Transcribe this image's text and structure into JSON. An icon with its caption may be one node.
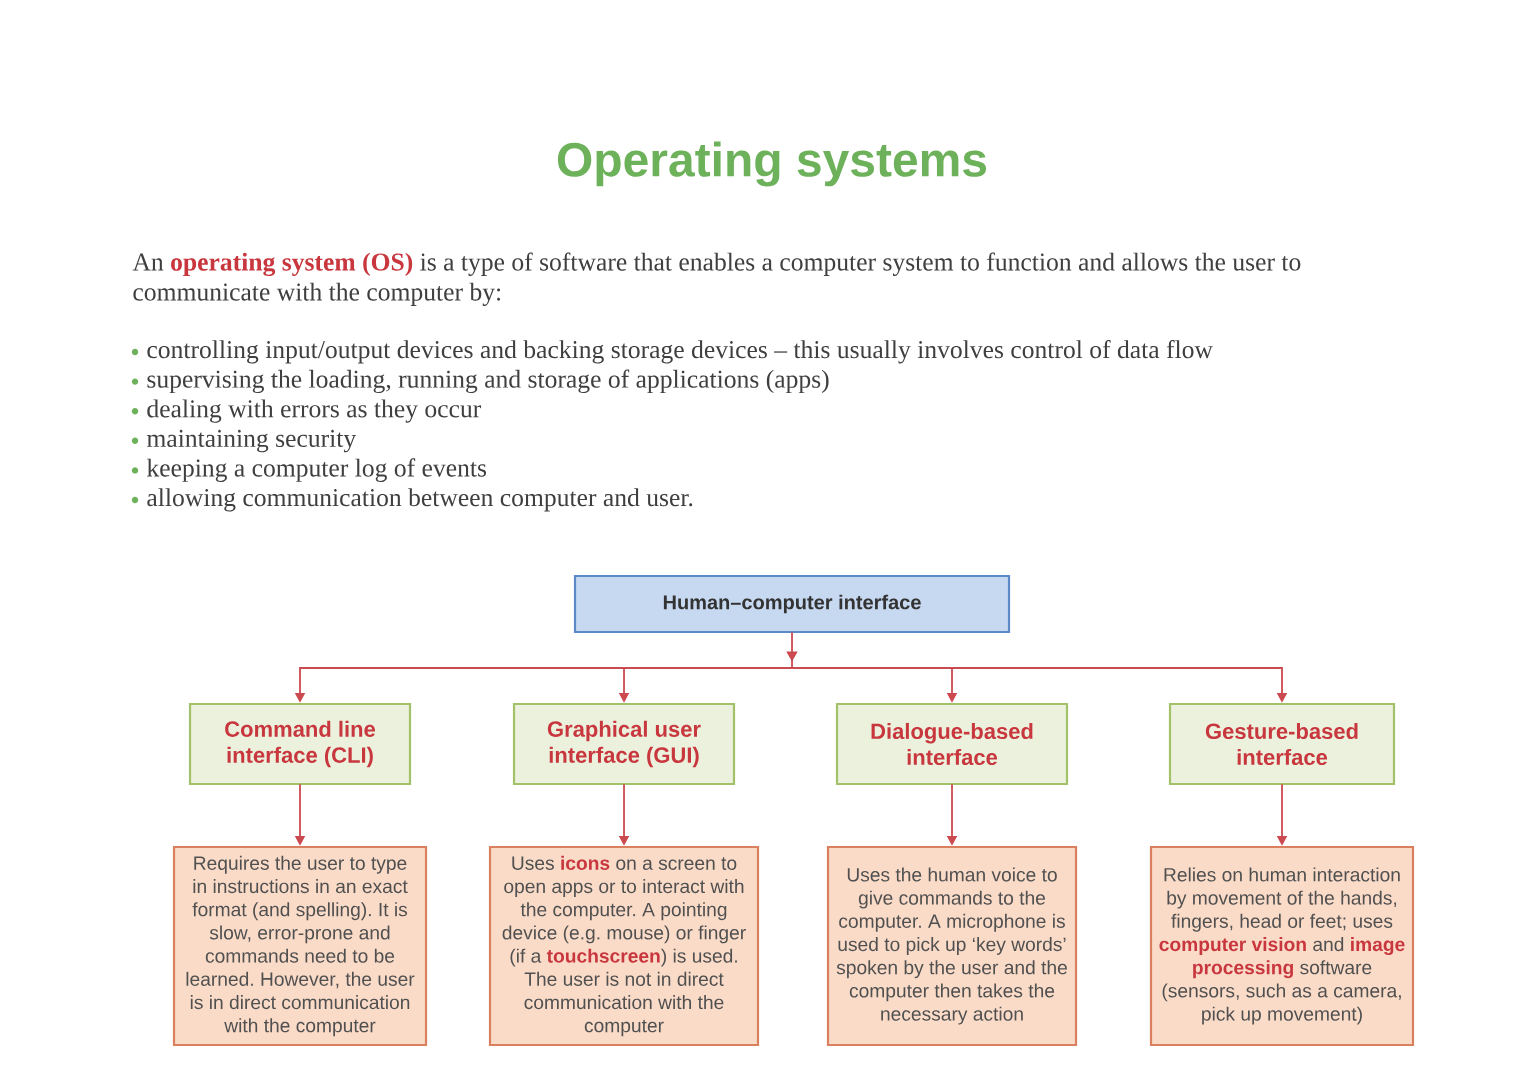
{
  "diagram": {
    "title": "Operating systems",
    "labels": [
      "An **operating system (OS)** is a type of software that enables a computer system to function and allows the user to communicate with the computer by:",
      "controlling input/output devices and backing storage devices – this usually involves control of data flow",
      "supervising the loading, running and storage of applications (apps)",
      "dealing with errors as they occur",
      "maintaining security",
      "keeping a computer log of events",
      "allowing communication between computer and user."
    ],
    "nodes": [
      {
        "text": [
          "Human–computer interface"
        ]
      },
      {
        "text": [
          "Command line interface (CLI)"
        ]
      },
      {
        "text": [
          "Graphical user interface (GUI)"
        ]
      },
      {
        "text": [
          "Dialogue-based interface"
        ]
      },
      {
        "text": [
          "Gesture-based interface"
        ]
      },
      {
        "text": [
          "Requires the user to type in instructions in an exact format (and spelling). It is slow, error-prone and commands need to be learned. However, the user is in direct communication with the computer"
        ]
      },
      {
        "text": [
          "Uses **icons** on a screen to open apps or to interact with the computer. A pointing device (e.g. mouse) or finger (if a **touchscreen**) is used. The user is not in direct communication with the computer"
        ]
      },
      {
        "text": [
          "Uses the human voice to give commands to the computer. A microphone is used to pick up ‘key words’ spoken by the user and the computer then takes the necessary action"
        ]
      },
      {
        "text": [
          "Relies on human interaction by movement of the hands, fingers, head or feet; uses **computer vision** and **image processing** software (sensors, such as a camera, pick up movement)"
        ]
      }
    ],
    "edges": [
      {
        "from": 0,
        "to": 1,
        "arrow": "to"
      },
      {
        "from": 0,
        "to": 2,
        "arrow": "to"
      },
      {
        "from": 0,
        "to": 3,
        "arrow": "to"
      },
      {
        "from": 0,
        "to": 4,
        "arrow": "to"
      },
      {
        "from": 1,
        "to": 5,
        "arrow": "to"
      },
      {
        "from": 2,
        "to": 6,
        "arrow": "to"
      },
      {
        "from": 3,
        "to": 7,
        "arrow": "to"
      },
      {
        "from": 4,
        "to": 8,
        "arrow": "to"
      }
    ]
  }
}
